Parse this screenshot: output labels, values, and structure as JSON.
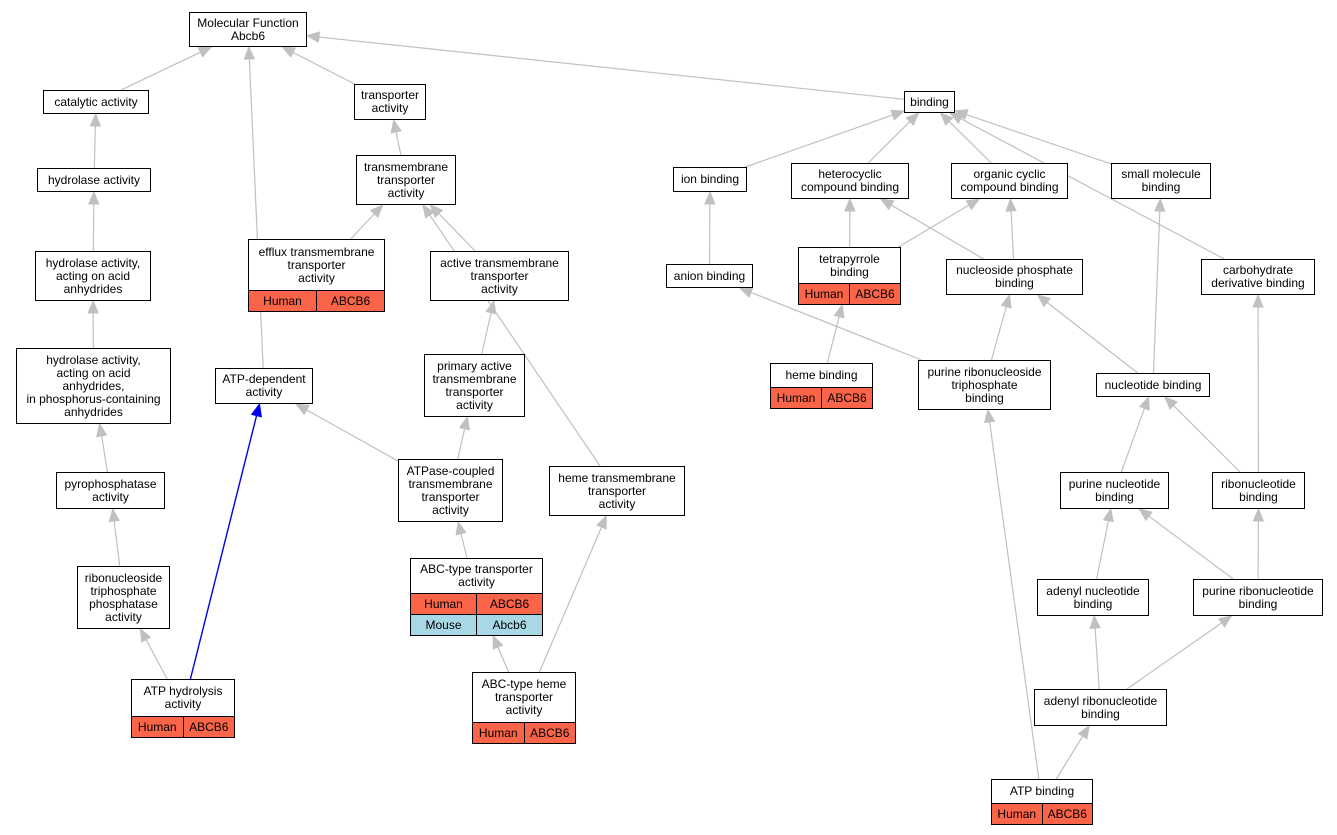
{
  "colors": {
    "edge": "#c0c0c0",
    "highlight_edge": "#0000ee",
    "human": "#fa6448",
    "mouse": "#a8d8e6"
  },
  "nodes": {
    "mf": {
      "label": "Molecular Function\nAbcb6"
    },
    "cat": {
      "label": "catalytic activity"
    },
    "trans": {
      "label": "transporter\nactivity"
    },
    "bind": {
      "label": "binding"
    },
    "hydro": {
      "label": "hydrolase activity"
    },
    "tmt": {
      "label": "transmembrane\ntransporter\nactivity"
    },
    "ionb": {
      "label": "ion binding"
    },
    "hetb": {
      "label": "heterocyclic\ncompound binding"
    },
    "orgb": {
      "label": "organic cyclic\ncompound binding"
    },
    "smb": {
      "label": "small molecule\nbinding"
    },
    "hyac": {
      "label": "hydrolase activity,\nacting on acid\nanhydrides"
    },
    "efflux": {
      "label": "efflux transmembrane\ntransporter\nactivity",
      "ann": [
        {
          "org": "Human",
          "gene": "ABCB6"
        }
      ]
    },
    "active": {
      "label": "active transmembrane\ntransporter\nactivity"
    },
    "anion": {
      "label": "anion binding"
    },
    "tetra": {
      "label": "tetrapyrrole\nbinding",
      "ann": [
        {
          "org": "Human",
          "gene": "ABCB6"
        }
      ]
    },
    "nsp": {
      "label": "nucleoside phosphate\nbinding"
    },
    "carb": {
      "label": "carbohydrate\nderivative binding"
    },
    "hyacp": {
      "label": "hydrolase activity,\nacting on acid\nanhydrides,\nin phosphorus-containing\nanhydrides"
    },
    "atpdep": {
      "label": "ATP-dependent\nactivity"
    },
    "primary": {
      "label": "primary active\ntransmembrane\ntransporter\nactivity"
    },
    "heme": {
      "label": "heme binding",
      "ann": [
        {
          "org": "Human",
          "gene": "ABCB6"
        }
      ]
    },
    "prnt": {
      "label": "purine ribonucleoside\ntriphosphate\nbinding"
    },
    "nucb": {
      "label": "nucleotide binding"
    },
    "pyro": {
      "label": "pyrophosphatase\nactivity"
    },
    "atpase": {
      "label": "ATPase-coupled\ntransmembrane\ntransporter\nactivity"
    },
    "hemet": {
      "label": "heme transmembrane\ntransporter\nactivity"
    },
    "purnb": {
      "label": "purine nucleotide\nbinding"
    },
    "ribonb": {
      "label": "ribonucleotide\nbinding"
    },
    "rntp": {
      "label": "ribonucleoside\ntriphosphate\nphosphatase\nactivity"
    },
    "abc": {
      "label": "ABC-type transporter\nactivity",
      "ann": [
        {
          "org": "Human",
          "gene": "ABCB6"
        },
        {
          "org": "Mouse",
          "gene": "Abcb6"
        }
      ]
    },
    "adnb": {
      "label": "adenyl nucleotide\nbinding"
    },
    "prnb": {
      "label": "purine ribonucleotide\nbinding"
    },
    "atph": {
      "label": "ATP hydrolysis\nactivity",
      "ann": [
        {
          "org": "Human",
          "gene": "ABCB6"
        }
      ]
    },
    "abch": {
      "label": "ABC-type heme\ntransporter\nactivity",
      "ann": [
        {
          "org": "Human",
          "gene": "ABCB6"
        }
      ]
    },
    "adrnb": {
      "label": "adenyl ribonucleotide\nbinding"
    },
    "atpb": {
      "label": "ATP binding",
      "ann": [
        {
          "org": "Human",
          "gene": "ABCB6"
        }
      ]
    }
  },
  "edges": [
    {
      "from": "cat",
      "to": "mf"
    },
    {
      "from": "trans",
      "to": "mf"
    },
    {
      "from": "bind",
      "to": "mf"
    },
    {
      "from": "atpdep",
      "to": "mf"
    },
    {
      "from": "hydro",
      "to": "cat"
    },
    {
      "from": "tmt",
      "to": "trans"
    },
    {
      "from": "ionb",
      "to": "bind"
    },
    {
      "from": "hetb",
      "to": "bind"
    },
    {
      "from": "orgb",
      "to": "bind"
    },
    {
      "from": "smb",
      "to": "bind"
    },
    {
      "from": "carb",
      "to": "bind"
    },
    {
      "from": "hyac",
      "to": "hydro"
    },
    {
      "from": "efflux",
      "to": "tmt"
    },
    {
      "from": "active",
      "to": "tmt"
    },
    {
      "from": "hemet",
      "to": "tmt"
    },
    {
      "from": "anion",
      "to": "ionb"
    },
    {
      "from": "tetra",
      "to": "hetb"
    },
    {
      "from": "tetra",
      "to": "orgb"
    },
    {
      "from": "nsp",
      "to": "hetb"
    },
    {
      "from": "nsp",
      "to": "orgb"
    },
    {
      "from": "nucb",
      "to": "smb"
    },
    {
      "from": "ribonb",
      "to": "carb"
    },
    {
      "from": "hyacp",
      "to": "hyac"
    },
    {
      "from": "primary",
      "to": "active"
    },
    {
      "from": "heme",
      "to": "tetra"
    },
    {
      "from": "prnt",
      "to": "anion"
    },
    {
      "from": "prnt",
      "to": "nsp"
    },
    {
      "from": "nucb",
      "to": "nsp"
    },
    {
      "from": "pyro",
      "to": "hyacp"
    },
    {
      "from": "atpase",
      "to": "atpdep"
    },
    {
      "from": "atpase",
      "to": "primary"
    },
    {
      "from": "purnb",
      "to": "nucb"
    },
    {
      "from": "ribonb",
      "to": "nucb"
    },
    {
      "from": "rntp",
      "to": "pyro"
    },
    {
      "from": "abc",
      "to": "atpase"
    },
    {
      "from": "adnb",
      "to": "purnb"
    },
    {
      "from": "prnb",
      "to": "purnb"
    },
    {
      "from": "prnb",
      "to": "ribonb"
    },
    {
      "from": "atph",
      "to": "rntp"
    },
    {
      "from": "atph",
      "to": "atpdep",
      "highlight": true
    },
    {
      "from": "abch",
      "to": "abc"
    },
    {
      "from": "abch",
      "to": "hemet"
    },
    {
      "from": "adrnb",
      "to": "adnb"
    },
    {
      "from": "adrnb",
      "to": "prnb"
    },
    {
      "from": "atpb",
      "to": "adrnb"
    },
    {
      "from": "atpb",
      "to": "prnt"
    }
  ]
}
